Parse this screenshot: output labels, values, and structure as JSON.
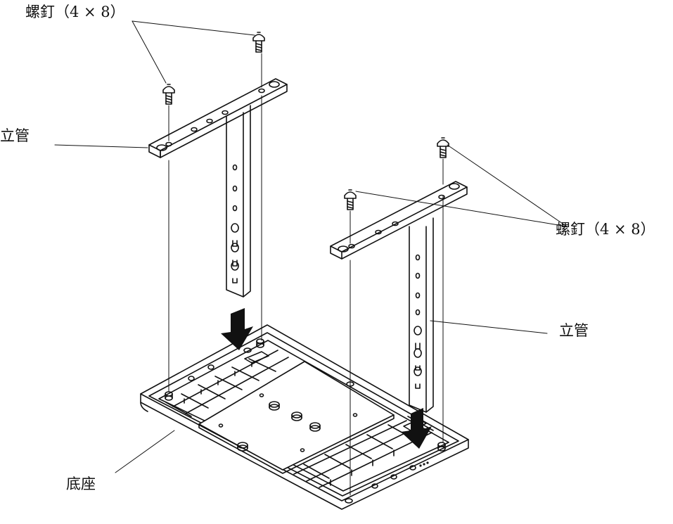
{
  "diagram": {
    "labels": {
      "screw_top_left": "螺釘（4 × 8）",
      "screw_right": "螺釘（4 × 8）",
      "tube_left": "立管",
      "tube_right": "立管",
      "base": "底座"
    }
  }
}
